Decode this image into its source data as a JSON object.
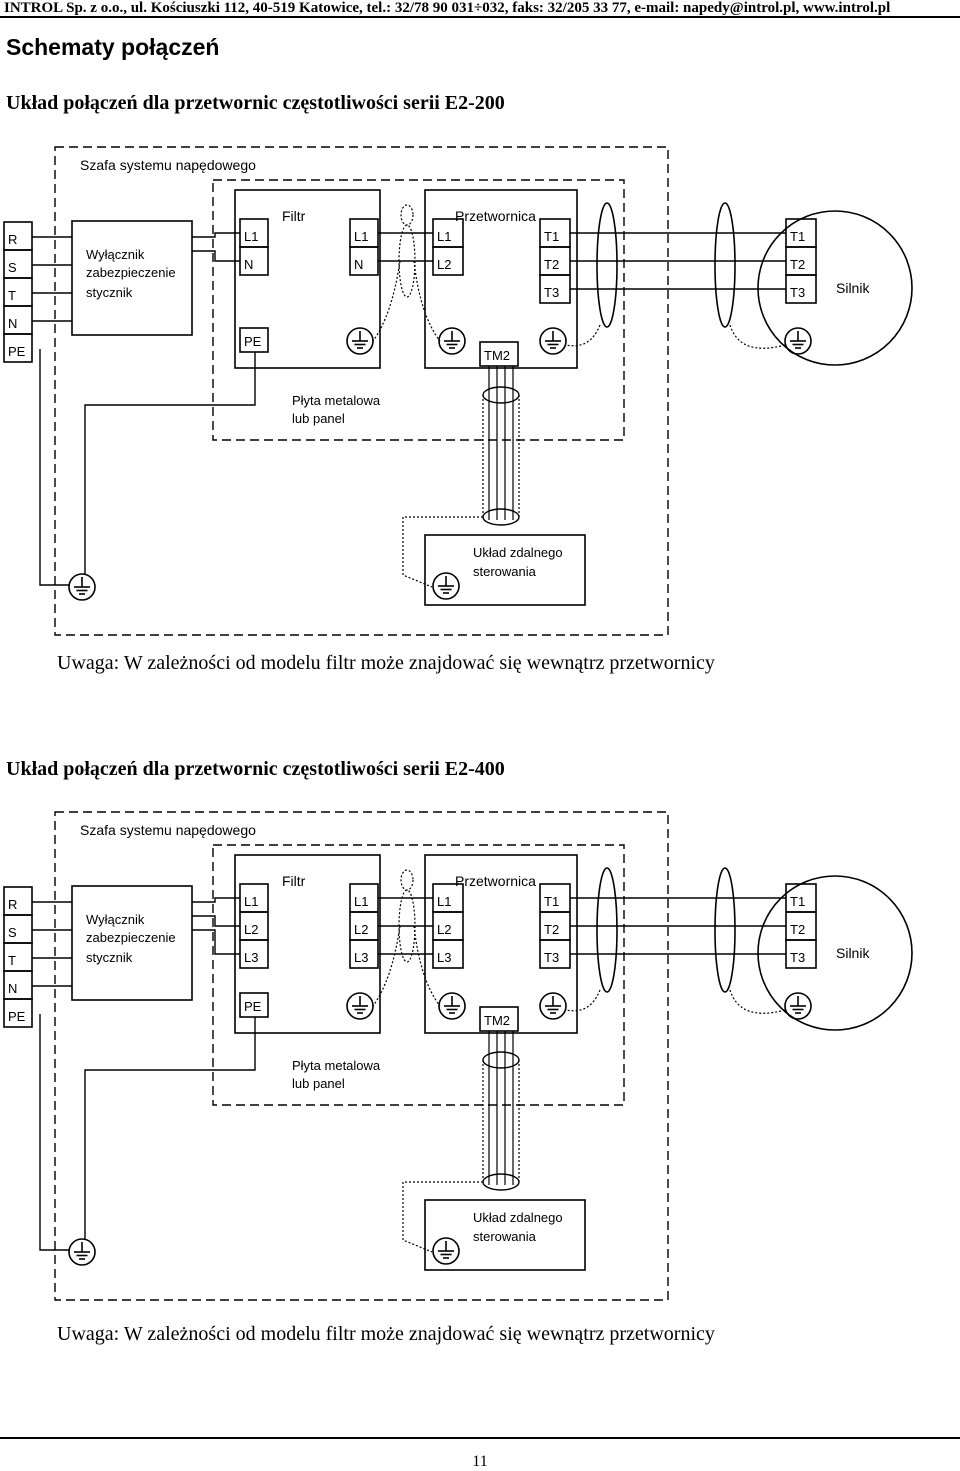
{
  "header": "INTROL Sp. z o.o., ul. Kościuszki 112, 40-519 Katowice, tel.: 32/78 90 031÷032, faks: 32/205 33 77, e-mail: napedy@introl.pl, www.introl.pl",
  "title": "Schematy połączeń",
  "diagrams": [
    {
      "heading": "Układ połączeń dla przetwornic częstotliwości serii E2-200",
      "cabinet": "Szafa systemu napędowego",
      "supply_terminals": [
        "R",
        "S",
        "T",
        "N",
        "PE"
      ],
      "breaker": [
        "Wyłącznik",
        "zabezpieczenie",
        "stycznik"
      ],
      "filter_label": "Filtr",
      "filter_in": [
        "L1",
        "N"
      ],
      "filter_pe": "PE",
      "filter_out": [
        "L1",
        "N"
      ],
      "inverter_label": "Przetwornica",
      "inverter_in": [
        "L1",
        "L2"
      ],
      "inverter_out": [
        "T1",
        "T2",
        "T3"
      ],
      "tm2": "TM2",
      "plate": [
        "Płyta metalowa",
        "lub panel"
      ],
      "remote": [
        "Układ zdalnego",
        "sterowania"
      ],
      "motor_terminals": [
        "T1",
        "T2",
        "T3"
      ],
      "motor_label": "Silnik",
      "note": "Uwaga: W zależności od modelu filtr może znajdować się wewnątrz przetwornicy"
    },
    {
      "heading": "Układ połączeń dla przetwornic częstotliwości serii E2-400",
      "cabinet": "Szafa systemu napędowego",
      "supply_terminals": [
        "R",
        "S",
        "T",
        "N",
        "PE"
      ],
      "breaker": [
        "Wyłącznik",
        "zabezpieczenie",
        "stycznik"
      ],
      "filter_label": "Filtr",
      "filter_in": [
        "L1",
        "L2",
        "L3"
      ],
      "filter_pe": "PE",
      "filter_out": [
        "L1",
        "L2",
        "L3"
      ],
      "inverter_label": "Przetwornica",
      "inverter_in": [
        "L1",
        "L2",
        "L3"
      ],
      "inverter_out": [
        "T1",
        "T2",
        "T3"
      ],
      "tm2": "TM2",
      "plate": [
        "Płyta metalowa",
        "lub panel"
      ],
      "remote": [
        "Układ zdalnego",
        "sterowania"
      ],
      "motor_terminals": [
        "T1",
        "T2",
        "T3"
      ],
      "motor_label": "Silnik",
      "note": "Uwaga: W zależności od modelu filtr może znajdować się wewnątrz przetwornicy"
    }
  ],
  "page_number": "11"
}
